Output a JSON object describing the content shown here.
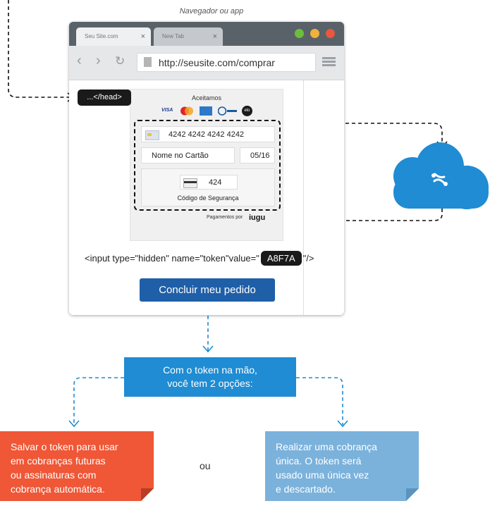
{
  "caption": "Navegador ou app",
  "browser": {
    "tabs": [
      {
        "label": "Seu Site.com",
        "close": "×"
      },
      {
        "label": "New Tab",
        "close": "×"
      }
    ],
    "url": "http://seusite.com/comprar",
    "colors": {
      "tabbar": "#5a6269",
      "dot_green": "#6bbf3a",
      "dot_yellow": "#f2b13c",
      "dot_red": "#e9573f"
    }
  },
  "head_tag": "...</head>",
  "form": {
    "accepted_label": "Aceitamos",
    "card_brands": [
      "VISA",
      "MasterCard",
      "AMEX",
      "Diners Club",
      "elo"
    ],
    "card_number": "4242 4242 4242 4242",
    "card_name": "Nome no Cartão",
    "expiry": "05/16",
    "cvv": "424",
    "cvv_label": "Código de Segurança",
    "payments_by": "Pagamentos por",
    "provider": "iugu"
  },
  "hidden_input": {
    "prefix": "<input type=\"hidden\" name=\"token\"value=\"",
    "token": "A8F7A",
    "suffix": "\"/>"
  },
  "submit_button": "Concluir meu pedido",
  "token_box": {
    "line1": "Com o token na mão,",
    "line2": "você tem 2 opções:"
  },
  "option_red": {
    "lines": [
      "Salvar o token para usar",
      "em cobranças futuras",
      "ou assinaturas com",
      "cobrança automática."
    ],
    "color": "#ef5736"
  },
  "or_label": "ou",
  "option_blue": {
    "lines": [
      "Realizar uma cobrança",
      "única. O token será",
      "usado uma única vez",
      "e descartado."
    ],
    "color": "#7bb2dc"
  },
  "accent_color": "#1f8cd3"
}
